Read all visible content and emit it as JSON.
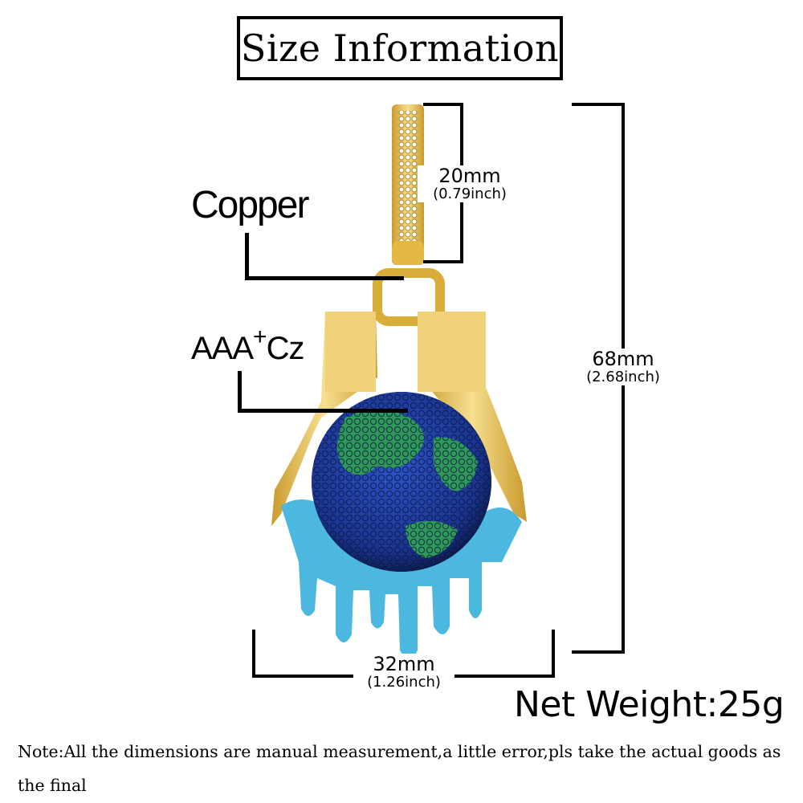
{
  "title": "Size Information",
  "labels": {
    "material": "Copper",
    "stone_main": "AAA",
    "stone_plus": "+",
    "stone_suffix": "Cz"
  },
  "dimensions": {
    "bail_height": {
      "metric": "20mm",
      "imperial": "(0.79inch)"
    },
    "total_height": {
      "metric": "68mm",
      "imperial": "(2.68inch)"
    },
    "width": {
      "metric": "32mm",
      "imperial": "(1.26inch)"
    }
  },
  "net_weight": "Net Weight:25g",
  "note": "Note:All the dimensions are manual measurement,a little error,pls take the actual goods as the final",
  "colors": {
    "gold": "#e8c45a",
    "enamel_blue": "#4cb8e0",
    "globe_blue": "#1f3fa0",
    "globe_green": "#2e9a5a"
  }
}
